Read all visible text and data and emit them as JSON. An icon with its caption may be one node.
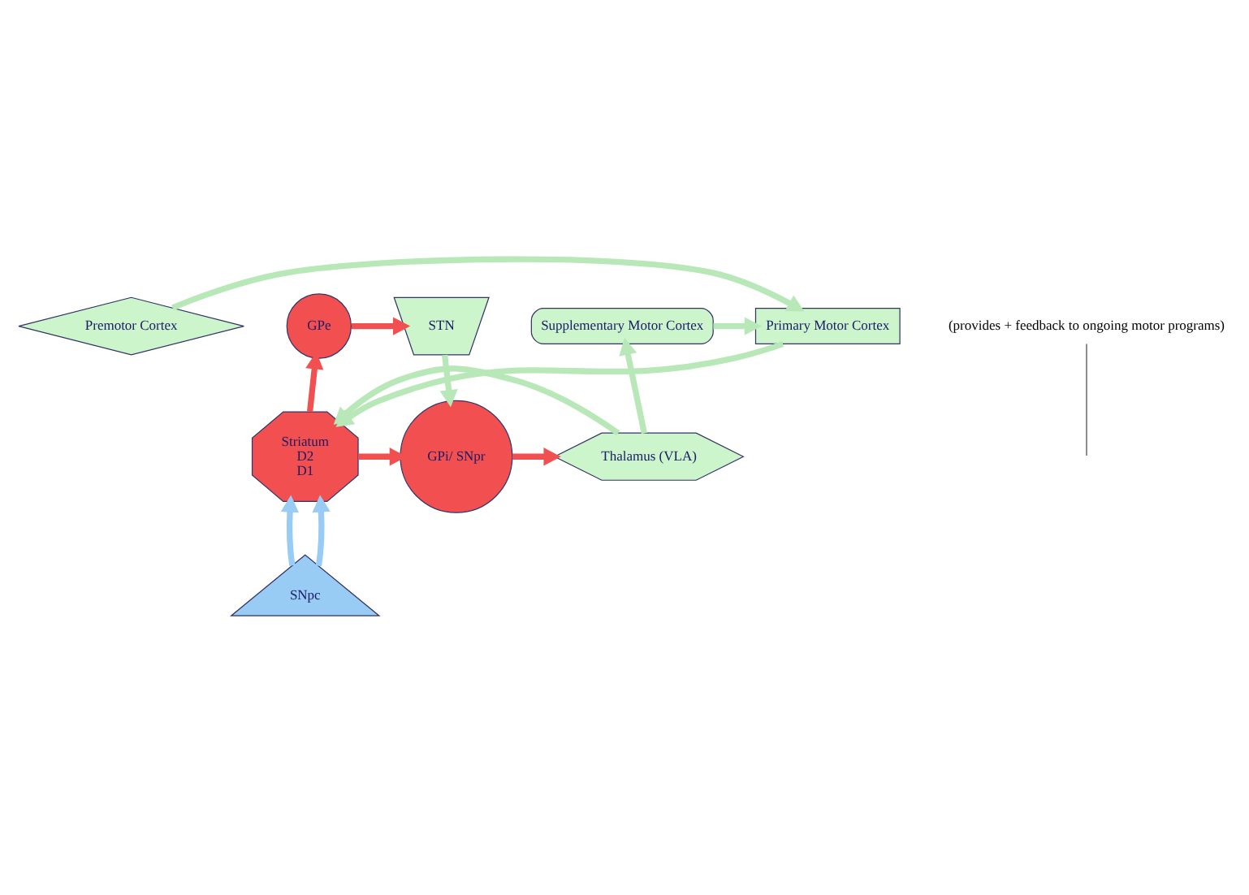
{
  "diagram": {
    "nodes": [
      {
        "text": [
          "Premotor Cortex"
        ]
      },
      {
        "text": [
          "Primary Motor Cortex"
        ]
      },
      {
        "text": [
          "Supplementary Motor Cortex"
        ]
      },
      {
        "text": [
          "GPe"
        ]
      },
      {
        "text": [
          "STN"
        ]
      },
      {
        "text": [
          "Striatum",
          "D2",
          "D1"
        ]
      },
      {
        "text": [
          "GPi/ SNpr"
        ]
      },
      {
        "text": [
          "Thalamus (VLA)"
        ]
      },
      {
        "text": [
          "SNpc"
        ]
      },
      {
        "text": [
          "(provides + feedback to ongoing motor programs)"
        ]
      }
    ],
    "edges": [
      {
        "from": 0,
        "to": 1,
        "arrow": "to"
      },
      {
        "from": 2,
        "to": 1,
        "arrow": "to"
      },
      {
        "from": 1,
        "to": 5,
        "arrow": "to"
      },
      {
        "from": 3,
        "to": 4,
        "arrow": "to",
        "color": "#f25050"
      },
      {
        "from": 5,
        "to": 3,
        "arrow": "to",
        "color": "#f25050"
      },
      {
        "from": 4,
        "to": 6,
        "arrow": "to"
      },
      {
        "from": 5,
        "to": 6,
        "arrow": "to",
        "color": "#f25050"
      },
      {
        "from": 6,
        "to": 7,
        "arrow": "to",
        "color": "#f25050"
      },
      {
        "from": 7,
        "to": 2,
        "arrow": "to"
      },
      {
        "from": 7,
        "to": 5,
        "arrow": "to"
      },
      {
        "from": 8,
        "to": 5,
        "arrow": "to",
        "color": "#99ccf5"
      },
      {
        "from": 8,
        "to": 5,
        "arrow": "to",
        "color": "#99ccf5"
      },
      {
        "from": 9,
        "to": null,
        "arrow": "none",
        "color": "#444444"
      }
    ]
  }
}
